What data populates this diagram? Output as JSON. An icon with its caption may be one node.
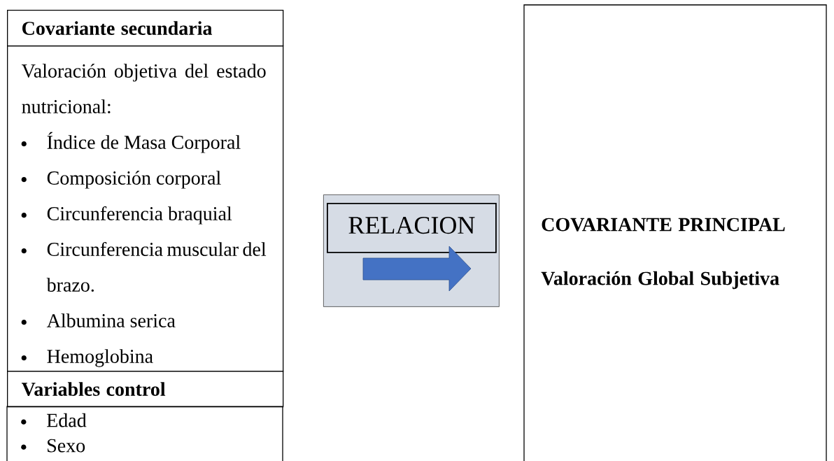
{
  "diagram": {
    "nodes": [
      {
        "text": [
          "Covariante secundaria"
        ]
      },
      {
        "text": [
          "Valoración objetiva del estado nutricional:",
          "Índice de Masa Corporal",
          "Composición corporal",
          "Circunferencia braquial",
          "Circunferencia muscular del brazo.",
          "Albumina serica",
          "Hemoglobina"
        ]
      },
      {
        "text": [
          "Variables control"
        ]
      },
      {
        "text": [
          "Edad",
          "Sexo"
        ]
      },
      {
        "text": [],
        "shape": "box"
      },
      {
        "text": [
          "RELACION"
        ],
        "in": 4
      },
      {
        "text": [
          "COVARIANTE PRINCIPAL",
          "Valoración Global Subjetiva"
        ]
      }
    ]
  }
}
